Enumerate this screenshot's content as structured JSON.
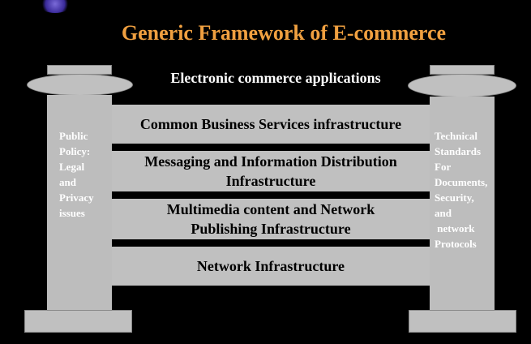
{
  "title": "Generic Framework of E-commerce",
  "top_label": "Electronic commerce applications",
  "left_pillar": {
    "lines": [
      "Public",
      "Policy:",
      "Legal",
      "and",
      "Privacy",
      "issues"
    ]
  },
  "right_pillar": {
    "lines": [
      "Technical",
      "Standards",
      "For",
      "Documents,",
      "Security,",
      "and",
      " network",
      "Protocols"
    ]
  },
  "bands": [
    {
      "lines": [
        "Common Business Services infrastructure"
      ]
    },
    {
      "lines": [
        "Messaging and Information Distribution",
        "Infrastructure"
      ]
    },
    {
      "lines": [
        "Multimedia content and Network",
        "Publishing Infrastructure"
      ]
    },
    {
      "lines": [
        "Network Infrastructure"
      ]
    }
  ],
  "colors": {
    "background": "#000000",
    "title": "#f0a040",
    "structure": "#c0c0c0",
    "text_on_structure": "#000000",
    "text_on_pillar": "#ffffff"
  }
}
